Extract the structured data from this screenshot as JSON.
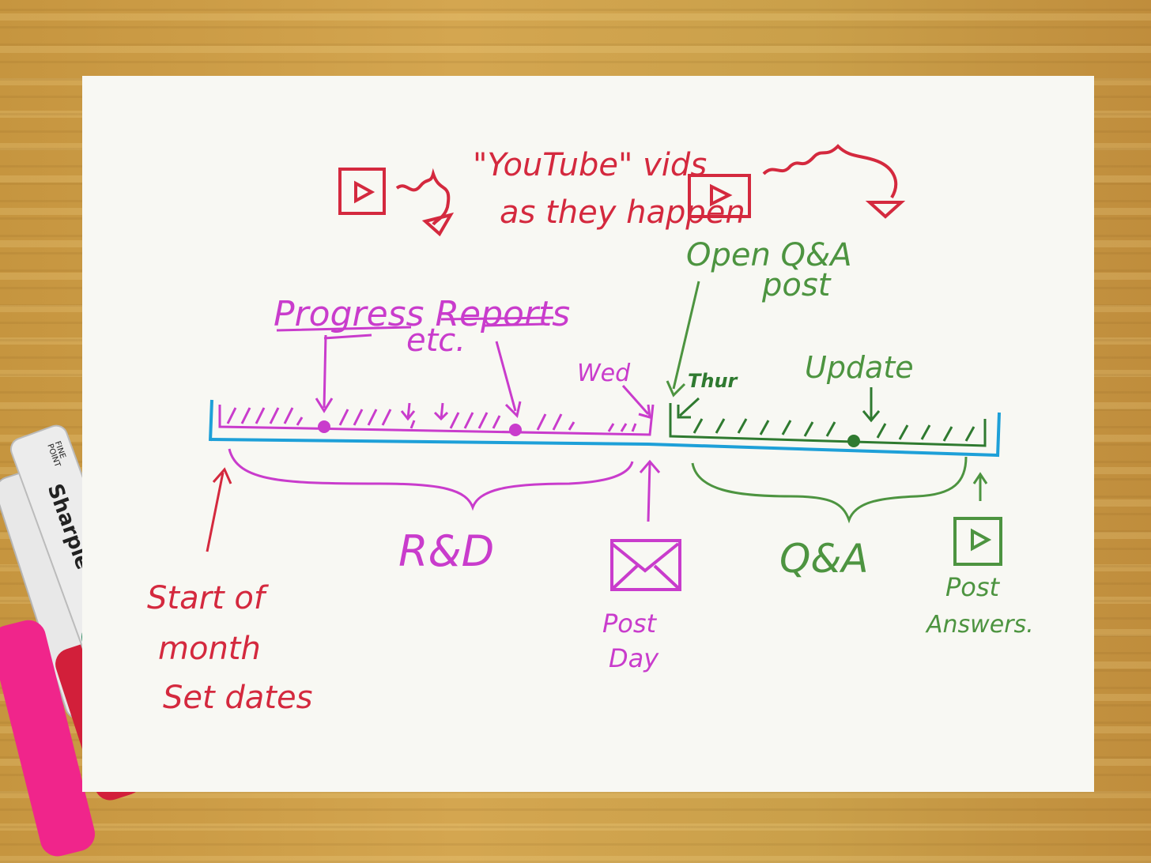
{
  "colors": {
    "red": "#d4293e",
    "magenta": "#c93ccc",
    "green": "#4d9440",
    "dark_green": "#2f7a30",
    "blue": "#1ea0d8"
  },
  "labels": {
    "youtube_line1": "\"YouTube\" vids",
    "youtube_line2": "as they happen",
    "progress_reports": "Progress Reports",
    "etc": "etc.",
    "wed": "Wed",
    "thur": "Thur",
    "open_qa_line1": "Open Q&A",
    "open_qa_line2": "post",
    "update": "Update",
    "rd": "R&D",
    "qa": "Q&A",
    "start_line1": "Start of",
    "start_line2": "month",
    "start_line3": "Set dates",
    "post_day_line1": "Post",
    "post_day_line2": "Day",
    "post_answers_line1": "Post",
    "post_answers_line2": "Answers."
  },
  "icons": {
    "video": "play-video-icon",
    "envelope": "envelope-icon"
  },
  "markers": {
    "brand_line1": "FINE",
    "brand_line2": "POINT",
    "brand_name": "Sharpie"
  }
}
